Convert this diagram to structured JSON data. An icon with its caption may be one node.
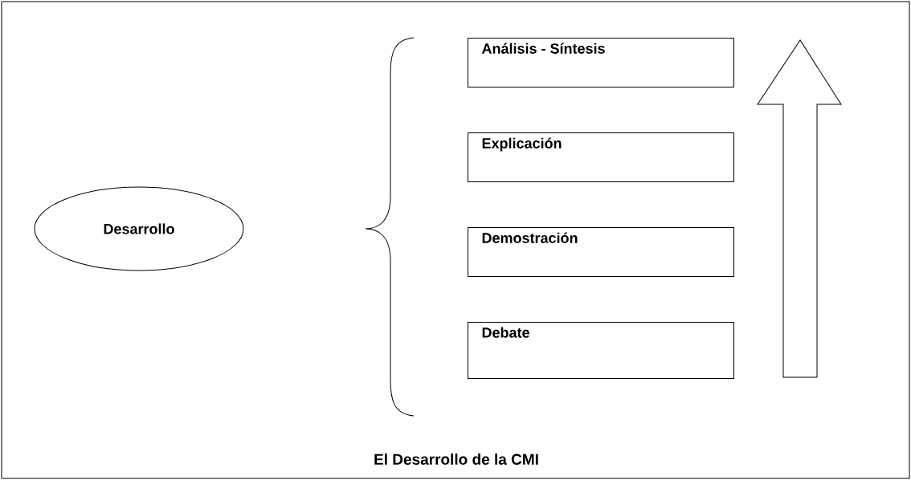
{
  "diagram": {
    "caption": "El Desarrollo de la CMI",
    "nodes": [
      {
        "text": [
          "Desarrollo"
        ]
      },
      {
        "text": [
          "Análisis - Síntesis"
        ]
      },
      {
        "text": [
          "Explicación"
        ]
      },
      {
        "text": [
          "Demostración"
        ]
      },
      {
        "text": [
          "Debate"
        ]
      }
    ]
  }
}
